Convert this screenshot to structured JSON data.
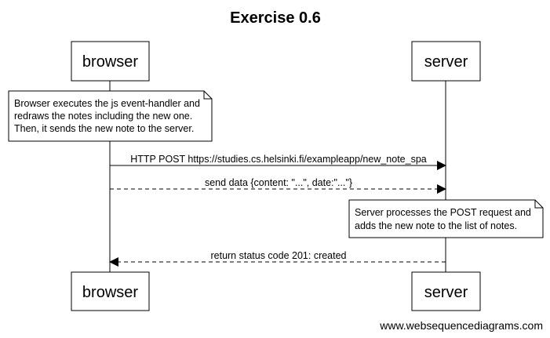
{
  "title": "Exercise 0.6",
  "actors": {
    "browser": "browser",
    "server": "server"
  },
  "notes": {
    "browser_note": [
      "Browser executes the js event-handler and",
      "redraws the notes including the new one.",
      "Then, it sends the new note to the server."
    ],
    "server_note": [
      "Server processes the POST request and",
      "adds the new note to the list of notes."
    ]
  },
  "messages": {
    "post": "HTTP POST https://studies.cs.helsinki.fi/exampleapp/new_note_spa",
    "send_data": "send data {content: \"...\", date:\"...\"}",
    "response": "return status code 201: created"
  },
  "watermark": "www.websequencediagrams.com"
}
